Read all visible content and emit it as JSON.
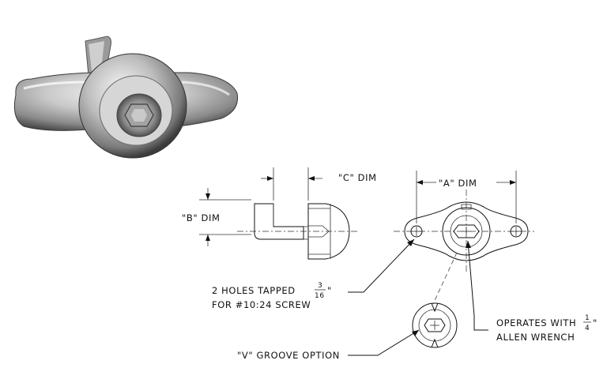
{
  "photo": {
    "subject": "stainless-wing-nut-photo"
  },
  "labels": {
    "c_dim": "\"C\" DIM",
    "a_dim": "\"A\" DIM",
    "b_dim": "\"B\" DIM",
    "holes_line1_prefix": "2 HOLES TAPPED",
    "holes_frac_num": "3",
    "holes_frac_den": "16",
    "holes_line1_suffix": "\"",
    "holes_line2": "FOR #10:24 SCREW",
    "operates_prefix": "OPERATES WITH",
    "operates_frac_num": "1",
    "operates_frac_den": "4",
    "operates_suffix": "\"",
    "operates_line2": "ALLEN WRENCH",
    "v_groove": "\"V\" GROOVE OPTION"
  },
  "colors": {
    "ink": "#111111",
    "metal_light": "#e9e9e9",
    "metal_mid": "#a8a8a8",
    "metal_dark": "#4a4a4a"
  }
}
